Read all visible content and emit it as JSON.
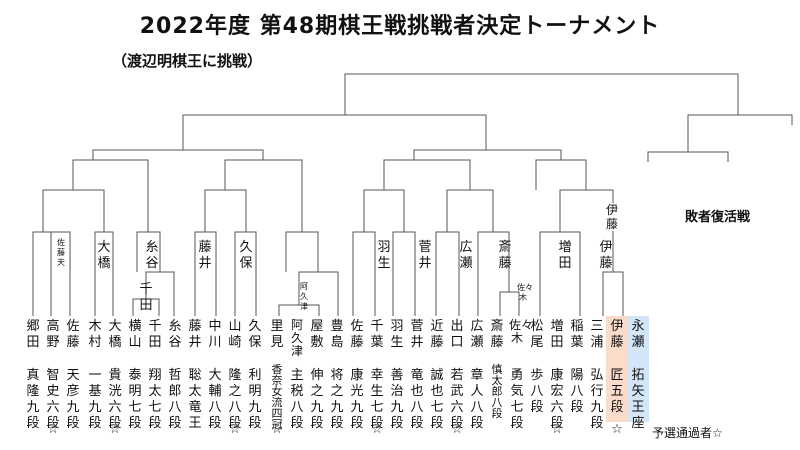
{
  "header": {
    "title": "2022年度 第48期棋王戦挑戦者決定トーナメント",
    "subtitle": "（渡辺明棋王に挑戦）"
  },
  "players": [
    {
      "surname": "郷田",
      "given": "真隆九段",
      "star": ""
    },
    {
      "surname": "高野",
      "given": "智史六段",
      "star": "☆"
    },
    {
      "surname": "佐藤",
      "given": "天彦九段",
      "star": ""
    },
    {
      "surname": "木村",
      "given": "一基九段",
      "star": ""
    },
    {
      "surname": "大橋",
      "given": "貴洸六段",
      "star": "☆"
    },
    {
      "surname": "横山",
      "given": "泰明七段",
      "star": ""
    },
    {
      "surname": "千田",
      "given": "翔太七段",
      "star": ""
    },
    {
      "surname": "糸谷",
      "given": "哲郎八段",
      "star": ""
    },
    {
      "surname": "藤井",
      "given": "聡太竜王",
      "star": ""
    },
    {
      "surname": "中川",
      "given": "大輔八段",
      "star": ""
    },
    {
      "surname": "山崎",
      "given": "隆之八段",
      "star": "☆"
    },
    {
      "surname": "久保",
      "given": "利明九段",
      "star": ""
    },
    {
      "surname": "里見",
      "given": "香奈女流四冠",
      "star": "☆"
    },
    {
      "surname": "阿久津",
      "given": "主税八段",
      "star": ""
    },
    {
      "surname": "屋敷",
      "given": "伸之九段",
      "star": ""
    },
    {
      "surname": "豊島",
      "given": "将之九段",
      "star": ""
    },
    {
      "surname": "佐藤",
      "given": "康光九段",
      "star": ""
    },
    {
      "surname": "千葉",
      "given": "幸生七段",
      "star": "☆"
    },
    {
      "surname": "羽生",
      "given": "善治九段",
      "star": ""
    },
    {
      "surname": "菅井",
      "given": "竜也八段",
      "star": ""
    },
    {
      "surname": "近藤",
      "given": "誠也七段",
      "star": ""
    },
    {
      "surname": "出口",
      "given": "若武六段",
      "star": "☆"
    },
    {
      "surname": "広瀬",
      "given": "章人八段",
      "star": ""
    },
    {
      "surname": "斎藤",
      "given": "慎太郎八段",
      "star": ""
    },
    {
      "surname": "佐々木",
      "given": "勇気七段",
      "star": ""
    },
    {
      "surname": "松尾",
      "given": "歩八段",
      "star": ""
    },
    {
      "surname": "増田",
      "given": "康宏六段",
      "star": "☆"
    },
    {
      "surname": "稲葉",
      "given": "陽八段",
      "star": ""
    },
    {
      "surname": "三浦",
      "given": "弘行九段",
      "star": ""
    },
    {
      "surname": "伊藤",
      "given": "匠五段",
      "star": "☆"
    },
    {
      "surname": "永瀬",
      "given": "拓矢王座",
      "star": ""
    }
  ],
  "winners": {
    "sato_amahiko": "佐藤天",
    "ohashi": "大橋",
    "chida": "千田",
    "itodani_r2": "糸谷",
    "fujii": "藤井",
    "kubo": "久保",
    "akutsu": "阿久津",
    "habu": "羽生",
    "sugai": "菅井",
    "hirose": "広瀬",
    "saito": "斎藤",
    "sasaki": "佐々木",
    "masuda": "増田",
    "ito_r1": "伊藤",
    "ito_r2": "伊藤"
  },
  "labels": {
    "loser_bracket": "敗者復活戦",
    "qualifier_note": "予選通過者☆"
  },
  "colors": {
    "highlight_ito": "#fbdccb",
    "highlight_nagase": "#d3e5f6",
    "line": "#555555"
  }
}
